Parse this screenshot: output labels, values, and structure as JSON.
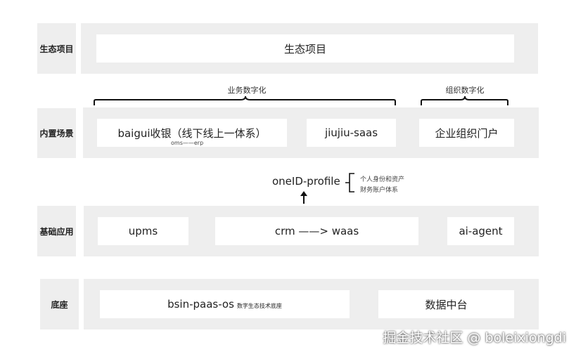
{
  "rows": {
    "ecosystem": {
      "label": "生态项目",
      "box": "生态项目"
    },
    "builtin": {
      "label": "内置场景",
      "group_business": "业务数字化",
      "group_org": "组织数字化",
      "baigui": "baigui收银（线下线上一体系）",
      "baigui_sub": "oms——erp",
      "jiujiu": "jiujiu-saas",
      "portal": "企业组织门户"
    },
    "oneid": {
      "title": "oneID-profile",
      "note_line1": "个人身份和资产",
      "note_line2": "财务账户体系"
    },
    "basic": {
      "label": "基础应用",
      "upms": "upms",
      "crm": "crm ——> waas",
      "ai": "ai-agent"
    },
    "base": {
      "label": "底座",
      "bsin": "bsin-paas-os",
      "bsin_sub": "数字生态技术底座",
      "data": "数据中台"
    }
  },
  "watermark": "掘金技术社区 @ boleixiongdi"
}
